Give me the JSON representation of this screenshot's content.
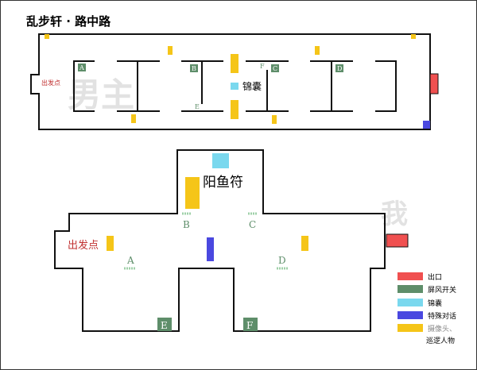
{
  "title": "乱步轩 · 路中路",
  "top_map": {
    "watermark": "男主",
    "start_label": "出发点",
    "item_label": "锦囊",
    "switches": [
      "A",
      "B",
      "C",
      "D",
      "E",
      "F"
    ]
  },
  "bottom_map": {
    "watermark": "我",
    "start_label": "出发点",
    "item_label": "阳鱼符",
    "switches": [
      "A",
      "B",
      "C",
      "D",
      "E",
      "F"
    ]
  },
  "legend": [
    {
      "label": "出口",
      "color": "#f05050"
    },
    {
      "label": "屏风开关",
      "color": "#5e8e6a"
    },
    {
      "label": "锦囊",
      "color": "#7ad8ee"
    },
    {
      "label": "特殊对话",
      "color": "#4a48e0"
    },
    {
      "label": "摄像头、",
      "color": "#f5c518"
    },
    {
      "label": "巡逻人物",
      "color": ""
    }
  ]
}
